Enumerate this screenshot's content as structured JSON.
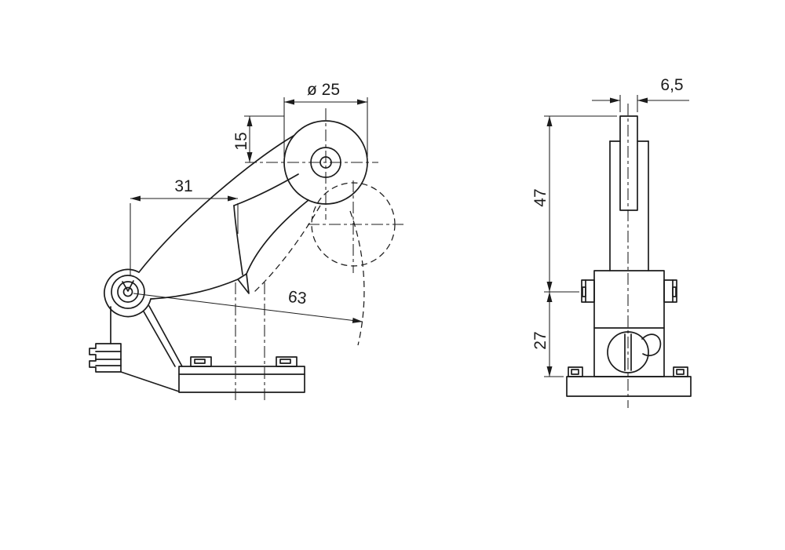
{
  "page": {
    "background": "#ffffff",
    "line_color": "#1c1c1c"
  },
  "side_view": {
    "dim_roller_diameter": "ø 25",
    "dim_roller_offset": "15",
    "dim_pivot_to_tip": "31",
    "dim_swing_radius": "63"
  },
  "front_view": {
    "dim_roller_width": "6,5",
    "dim_upper_length": "47",
    "dim_lower_height": "27"
  }
}
